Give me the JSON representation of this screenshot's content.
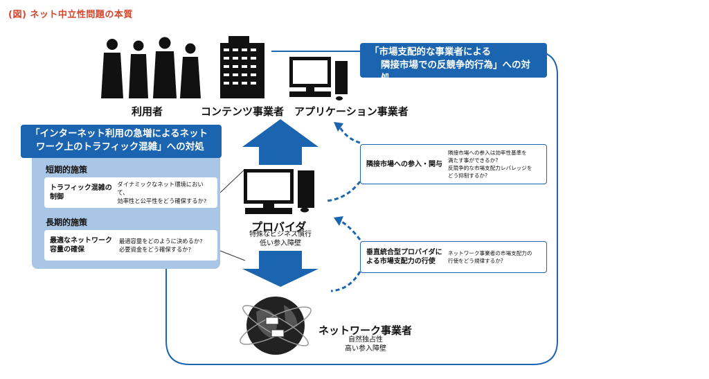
{
  "figure_title": "(図) ネット中立性問題の本質",
  "actors": {
    "users": "利用者",
    "content": "コンテンツ事業者",
    "app": "アプリケーション事業者",
    "provider": "プロバイダ",
    "provider_sub": [
      "特殊なビジネス慣行",
      "低い参入障壁"
    ],
    "network": "ネットワーク事業者",
    "network_sub": [
      "自然独占性",
      "高い参入障壁"
    ]
  },
  "banner_top": [
    "「市場支配的な事業者による",
    "隣接市場での反競争的行為」への対処"
  ],
  "banner_left": [
    "「インターネット利用の急増によるネット",
    "ワーク上のトラフィック混雑」への対処"
  ],
  "short_term": {
    "heading": "短期的施策",
    "title": "トラフィック混雑の制御",
    "text": [
      "ダイナミックなネット環境において、",
      "効率性と公平性をどう確保するか?"
    ]
  },
  "long_term": {
    "heading": "長期的施策",
    "title": [
      "最適なネットワーク",
      "容量の確保"
    ],
    "text": [
      "最適容量をどのように決めるか?",
      "必要資金をどう確保するか?"
    ]
  },
  "right_card1": {
    "title": "隣接市場への参入・関与",
    "text": [
      "隣接市場への参入は効率性基準を",
      "満たす事ができるか?",
      "反競争的な市場支配力レバレッジを",
      "どう抑制するか?"
    ]
  },
  "right_card2": {
    "title": [
      "垂直統合型プロバイダに",
      "よる市場支配力の行使"
    ],
    "text": [
      "ネットワーク事業者の市場支配力の",
      "行使をどう規律するか?"
    ]
  },
  "colors": {
    "blue": "#1a64b0",
    "panel": "#a9c6e6",
    "title_red": "#d9452b"
  }
}
